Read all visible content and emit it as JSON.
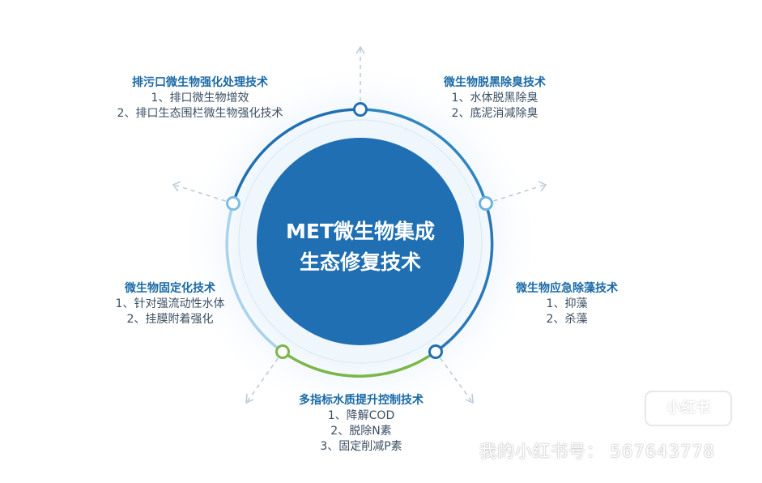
{
  "center": {
    "line1": "MET微生物集成",
    "line2": "生态修复技术"
  },
  "blocks": {
    "outlet": {
      "title": "排污口微生物强化处理技术",
      "items": [
        "1、排口微生物增效",
        "2、排口生态围栏微生物强化技术"
      ]
    },
    "odor": {
      "title": "微生物脱黑除臭技术",
      "items": [
        "1、水体脱黑除臭",
        "2、底泥消减除臭"
      ]
    },
    "fixed": {
      "title": "微生物固定化技术",
      "items": [
        "1、针对强流动性水体",
        "2、挂膜附着强化"
      ]
    },
    "algae": {
      "title": "微生物应急除藻技术",
      "items": [
        "1、抑藻",
        "2、杀藻"
      ]
    },
    "quality": {
      "title": "多指标水质提升控制技术",
      "items": [
        "1、降解COD",
        "2、脱除N素",
        "3、固定削减P素"
      ]
    }
  },
  "watermark": {
    "logo": "小红书",
    "id_text": "我的小红书号： 567643778"
  },
  "colors": {
    "center_fill": "#1f6fb2",
    "ring_blue": "#2b77b8",
    "ring_green": "#7ab648",
    "ring_light": "#a9d2ec",
    "title_text": "#1b6aa6"
  }
}
